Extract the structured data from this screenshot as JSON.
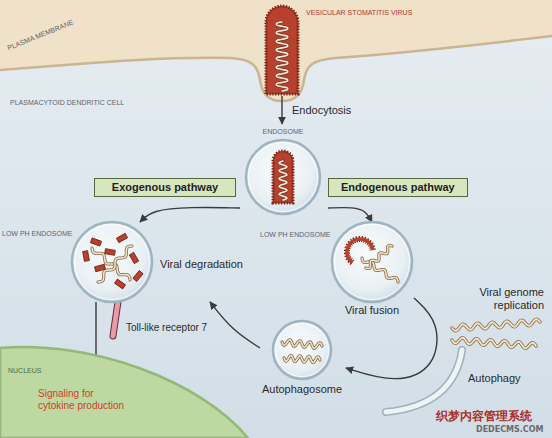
{
  "diagram": {
    "nodes": [
      {
        "text": [
          "VESICULAR STOMATITIS VIRUS"
        ]
      },
      {
        "text": [
          "ENDOSOME"
        ]
      },
      {
        "text": [
          "Exogenous pathway"
        ]
      },
      {
        "text": [
          "Endogenous pathway"
        ]
      },
      {
        "text": [
          "LOW PH ENDOSOME",
          "Viral degradation"
        ]
      },
      {
        "text": [
          "LOW PH ENDOSOME",
          "Viral fusion"
        ]
      },
      {
        "text": [
          "Autophagosome"
        ]
      },
      {
        "text": [
          "NUCLEUS"
        ]
      },
      {
        "text": [
          "Signaling for cytokine production"
        ],
        "in": 7
      }
    ],
    "edges": [
      {
        "from": 0,
        "to": 1,
        "label": "Endocytosis",
        "arrow": "to"
      },
      {
        "from": 1,
        "to": 4,
        "arrow": "to"
      },
      {
        "from": 1,
        "to": 5,
        "arrow": "to"
      },
      {
        "from": 5,
        "to": 6,
        "arrow": "to"
      },
      {
        "from": 6,
        "to": 4,
        "arrow": "to"
      },
      {
        "from": 4,
        "to": 8,
        "arrow": "to"
      }
    ],
    "labels": [
      "PLASMA MEMBRANE",
      "PLASMACYTOID DENDRITIC CELL",
      "Toll-like receptor 7",
      "Viral genome replication",
      "Autophagy",
      "织梦内容管理系统",
      "DEDECMS.COM"
    ]
  }
}
